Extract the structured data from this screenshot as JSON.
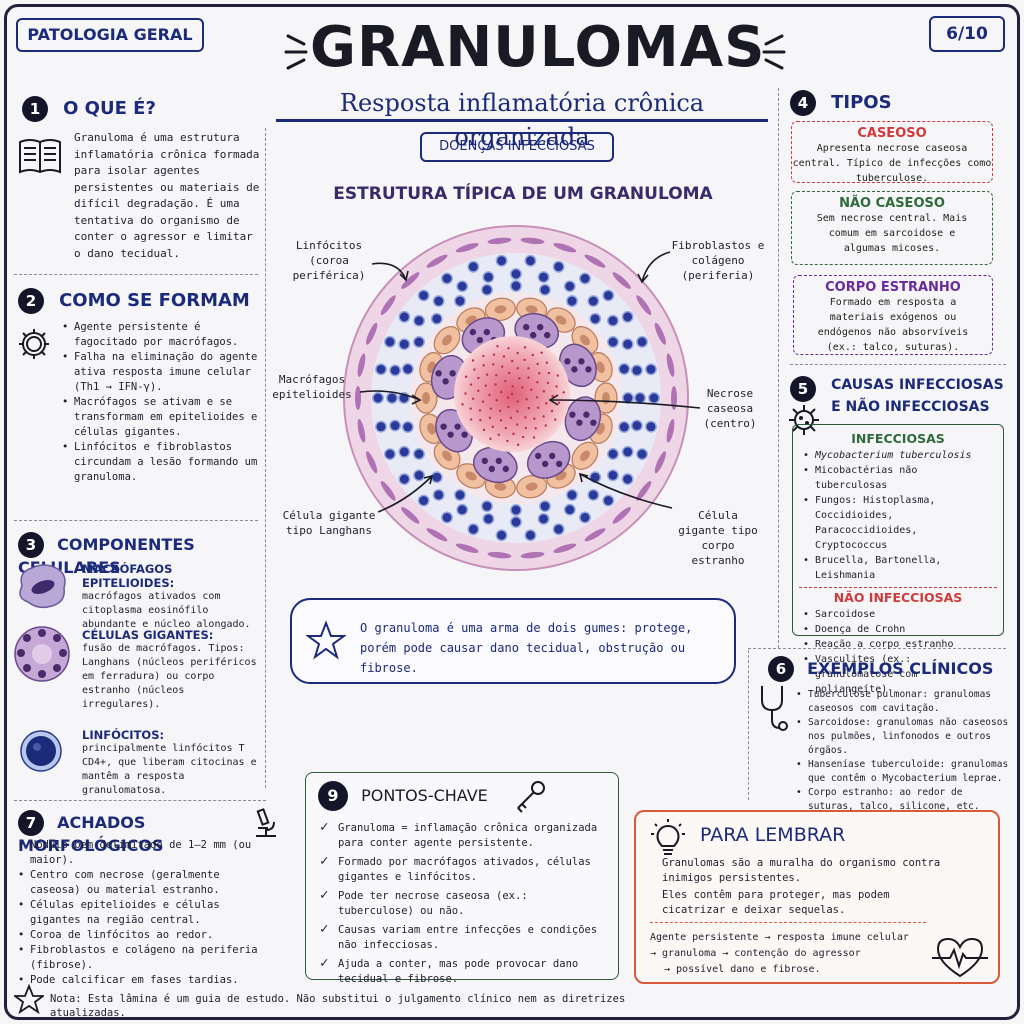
{
  "header": {
    "course": "PATOLOGIA GERAL",
    "page": "6/10",
    "title": "GRANULOMAS",
    "subtitle": "Resposta inflamatória crônica organizada"
  },
  "s1": {
    "num": "1",
    "title": "O QUE É?",
    "text": "Granuloma é uma estrutura inflamatória crônica formada para isolar agentes persistentes ou materiais de difícil degradação. É uma tentativa do organismo de conter o agressor e limitar o dano tecidual."
  },
  "s2": {
    "num": "2",
    "title": "COMO SE FORMAM",
    "items": [
      "Agente persistente é fagocitado por macrófagos.",
      "Falha na eliminação do agente ativa resposta imune celular (Th1 → IFN-γ).",
      "Macrófagos se ativam e se transformam em epitelioides e células gigantes.",
      "Linfócitos e fibroblastos circundam a lesão formando um granuloma."
    ]
  },
  "s3": {
    "num": "3",
    "title": "COMPONENTES CELULARES",
    "cells": [
      {
        "h": "MACRÓFAGOS EPITELIOIDES:",
        "d": "macrófagos ativados com citoplasma eosinófilo abundante e núcleo alongado."
      },
      {
        "h": "CÉLULAS GIGANTES:",
        "d": "fusão de macrófagos. Tipos: Langhans (núcleos periféricos em ferradura) ou corpo estranho (núcleos irregulares)."
      },
      {
        "h": "LINFÓCITOS:",
        "d": "principalmente linfócitos T CD4+, que liberam citocinas e mantêm a resposta granulomatosa."
      }
    ]
  },
  "s4": {
    "num": "4",
    "title": "TIPOS",
    "types": [
      {
        "h": "CASEOSO",
        "d": "Apresenta necrose caseosa central. Típico de infecções como tuberculose.",
        "color": "#d03a3a"
      },
      {
        "h": "NÃO CASEOSO",
        "d": "Sem necrose central. Mais comum em sarcoidose e algumas micoses.",
        "color": "#2e6a3a"
      },
      {
        "h": "CORPO ESTRANHO",
        "d": "Formado em resposta a materiais exógenos ou endógenos não absorvíveis (ex.: talco, suturas).",
        "color": "#6a2a9a"
      }
    ]
  },
  "s5": {
    "num": "5",
    "title1": "CAUSAS INFECCIOSAS",
    "title2": "E NÃO INFECCIOSAS",
    "inf_title": "INFECCIOSAS",
    "inf": [
      "Mycobacterium tuberculosis",
      "Micobactérias não tuberculosas",
      "Fungos: Histoplasma, Coccidioides, Paracoccidioides, Cryptococcus",
      "Brucella, Bartonella, Leishmania"
    ],
    "noninf_title": "NÃO INFECCIOSAS",
    "noninf": [
      "Sarcoidose",
      "Doença de Crohn",
      "Reação a corpo estranho",
      "Vasculites (ex.: granulomatose com poliangeíte)"
    ]
  },
  "s6": {
    "num": "6",
    "title": "EXEMPLOS CLÍNICOS",
    "items": [
      "Tuberculose pulmonar: granulomas caseosos com cavitação.",
      "Sarcoidose: granulomas não caseosos nos pulmões, linfonodos e outros órgãos.",
      "Hanseníase tuberculoide: granulomas que contêm o Mycobacterium leprae.",
      "Corpo estranho: ao redor de suturas, talco, silicone, etc."
    ]
  },
  "s7": {
    "num": "7",
    "title": "ACHADOS MORFOLÓGICOS",
    "items": [
      "Nódulo bem delimitado de 1–2 mm (ou maior).",
      "Centro com necrose (geralmente caseosa) ou material estranho.",
      "Células epitelioides e células gigantes na região central.",
      "Coroa de linfócitos ao redor.",
      "Fibroblastos e colágeno na periferia (fibrose).",
      "Pode calcificar em fases tardias."
    ]
  },
  "s9": {
    "num": "9",
    "title": "PONTOS-CHAVE",
    "items": [
      "Granuloma = inflamação crônica organizada para conter agente persistente.",
      "Formado por macrófagos ativados, células gigantes e linfócitos.",
      "Pode ter necrose caseosa (ex.: tuberculose) ou não.",
      "Causas variam entre infecções e condições não infecciosas.",
      "Ajuda a conter, mas pode provocar dano tecidual e fibrose."
    ]
  },
  "remember": {
    "title": "PARA LEMBRAR",
    "text1": "Granulomas são a muralha do organismo contra inimigos persistentes.",
    "text2": "Eles contêm para proteger, mas podem cicatrizar e deixar sequelas.",
    "flow1": "Agente persistente → resposta imune celular",
    "flow2": "→ granuloma → contenção do agressor",
    "flow3": "→ possível dano e fibrose."
  },
  "center": {
    "tag": "DOENÇAS INFECCIOSAS",
    "diagram_title": "ESTRUTURA TÍPICA DE UM GRANULOMA",
    "labels": {
      "linfocitos": "Linfócitos (coroa periférica)",
      "fibroblastos": "Fibroblastos e colágeno (periferia)",
      "macrofagos": "Macrófagos epitelioides",
      "necrose": "Necrose caseosa (centro)",
      "langhans": "Célula gigante tipo Langhans",
      "corpo": "Célula gigante tipo corpo estranho"
    },
    "quote": "O granuloma é uma arma de dois gumes: protege, porém pode causar dano tecidual, obstrução ou fibrose."
  },
  "footer": {
    "note": "Nota: Esta lâmina é um guia de estudo. Não substitui o julgamento clínico nem as diretrizes atualizadas."
  }
}
